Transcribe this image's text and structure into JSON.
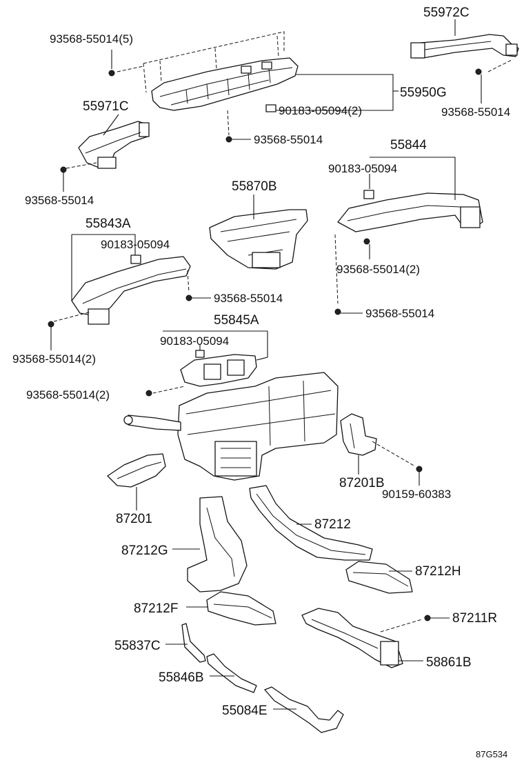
{
  "labels": {
    "p93568_55014_5": "93568-55014(5)",
    "p55972C": "55972C",
    "p55950G": "55950G",
    "p93568_55014_tr": "93568-55014",
    "p55971C": "55971C",
    "p90183_05094_2": "90183-05094(2)",
    "p93568_55014_mid": "93568-55014",
    "p93568_55014_left": "93568-55014",
    "p55844": "55844",
    "p90183_05094_r": "90183-05094",
    "p55870B": "55870B",
    "p55843A": "55843A",
    "p90183_05094_l": "90183-05094",
    "p93568_55014_2_r": "93568-55014(2)",
    "p93568_55014_c": "93568-55014",
    "p93568_55014_r2": "93568-55014",
    "p93568_55014_2_l": "93568-55014(2)",
    "p55845A": "55845A",
    "p90183_05094_c": "90183-05094",
    "p93568_55014_2_c": "93568-55014(2)",
    "p87201B": "87201B",
    "p90159_60383": "90159-60383",
    "p87201": "87201",
    "p87212": "87212",
    "p87212G": "87212G",
    "p87212H": "87212H",
    "p87212F": "87212F",
    "p87211R": "87211R",
    "p55837C": "55837C",
    "p58861B": "58861B",
    "p55846B": "55846B",
    "p55084E": "55084E"
  },
  "diagram_code": "87G534",
  "icons": {
    "bolt": "bolt-icon",
    "clip": "clip-icon"
  }
}
